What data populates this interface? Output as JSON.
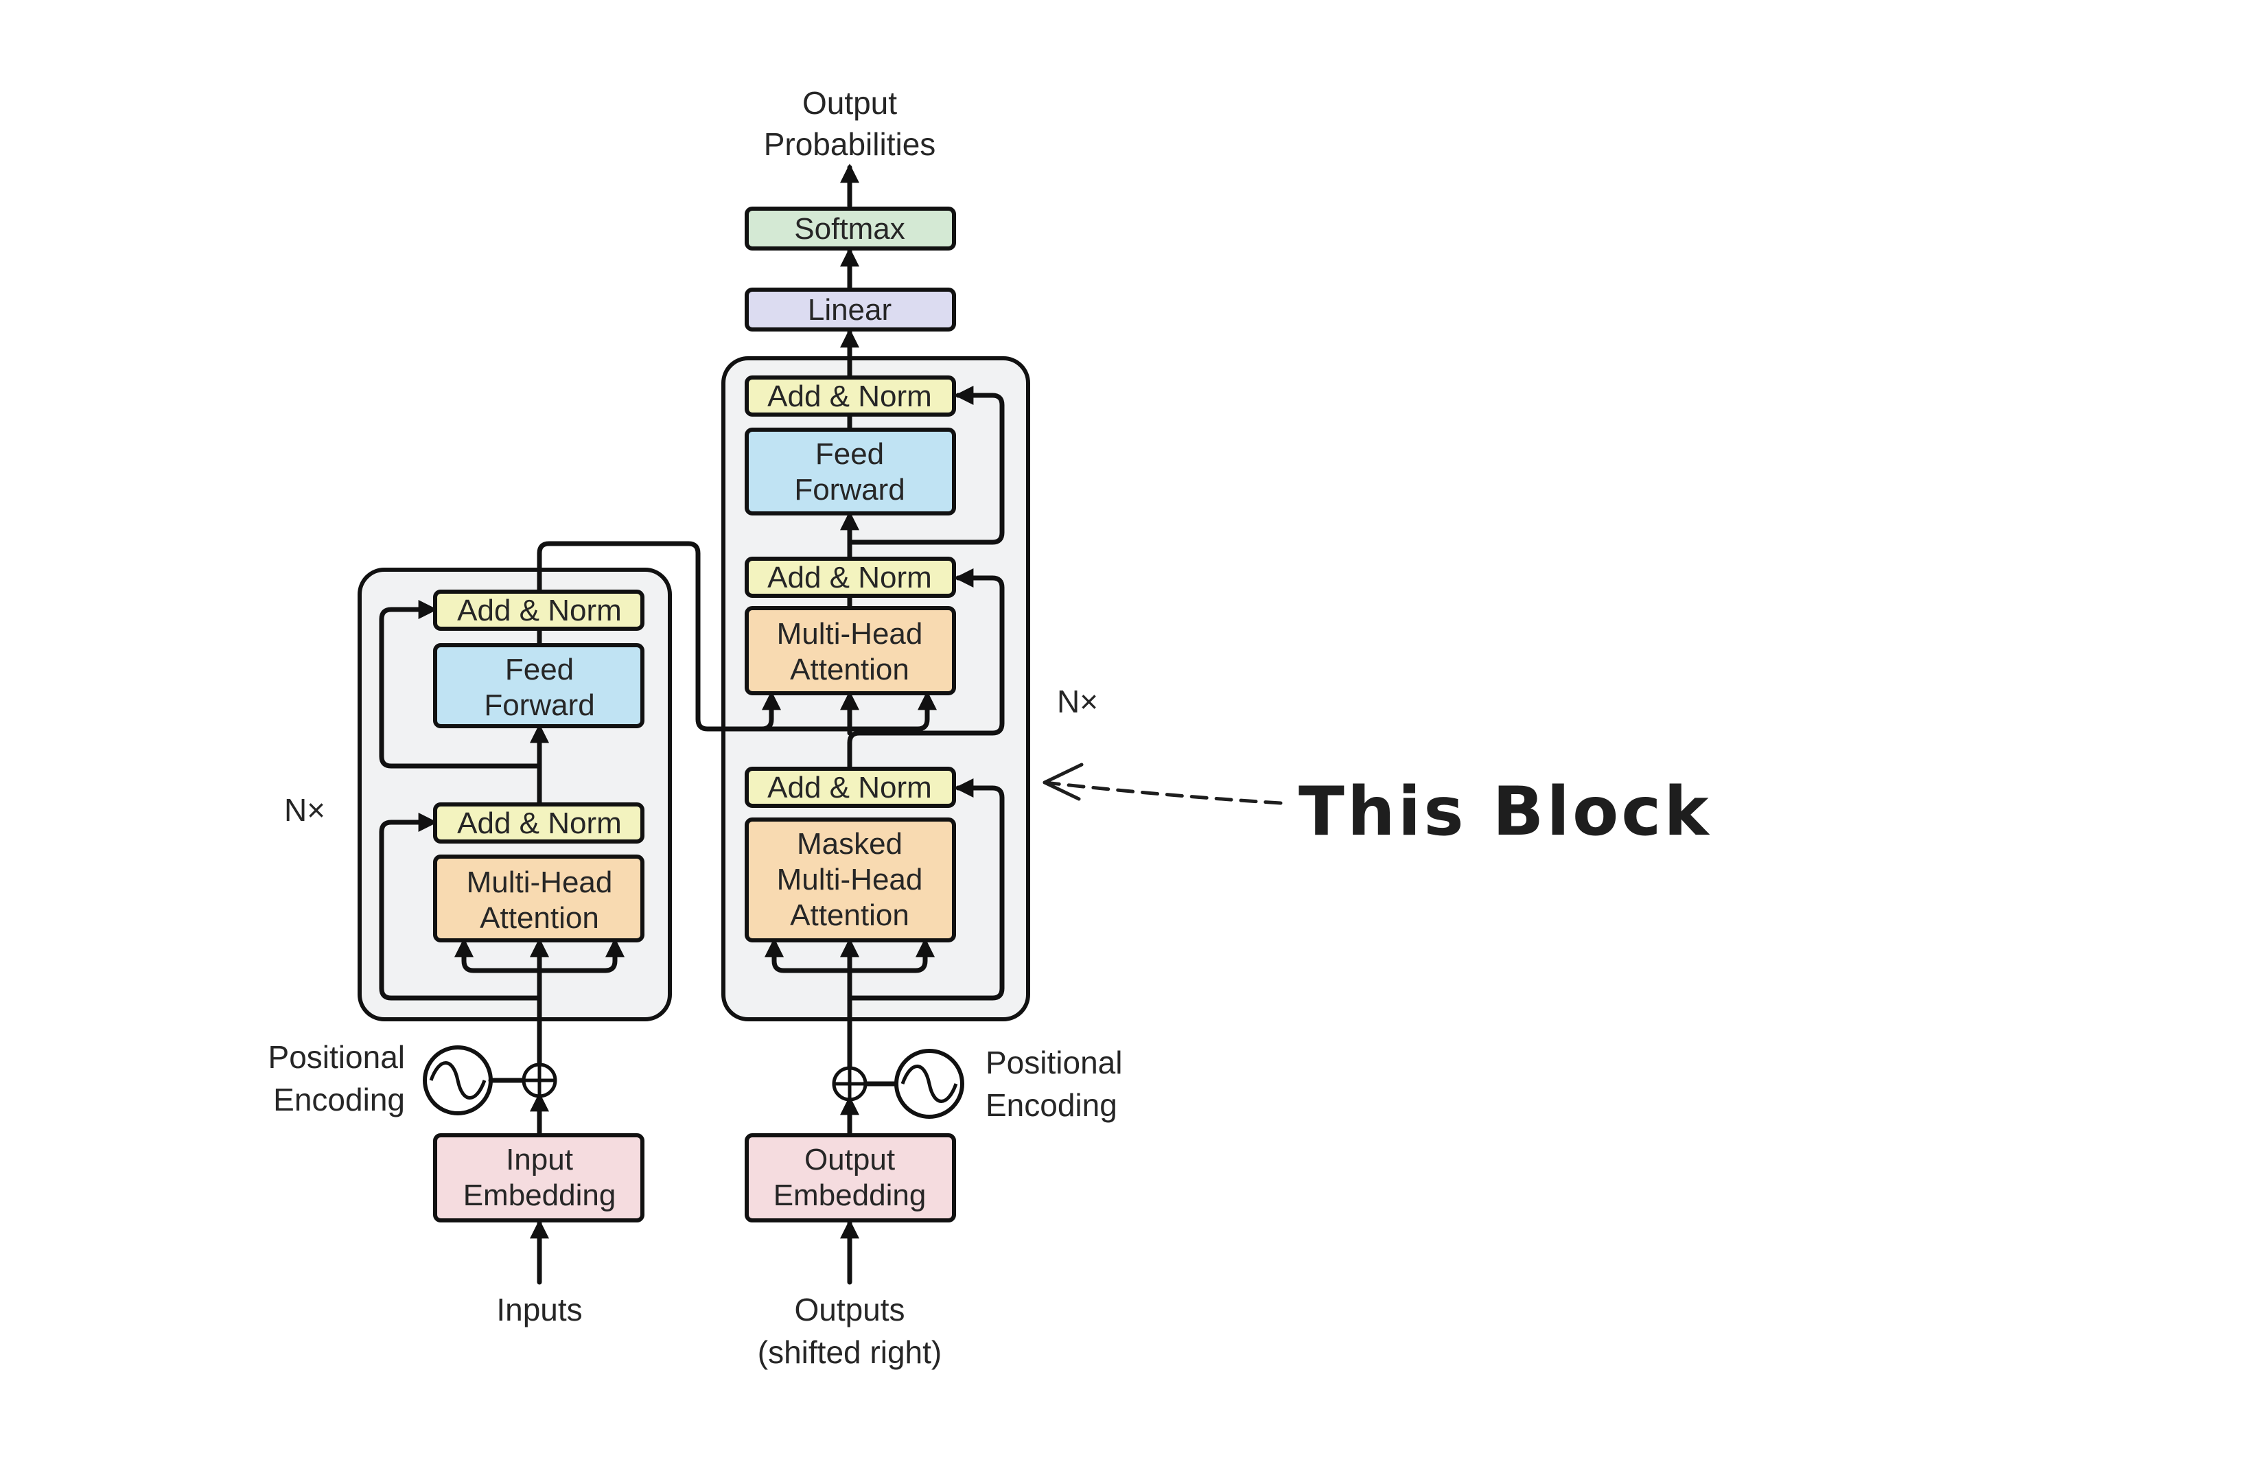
{
  "colors": {
    "add_norm": "#f3f3bf",
    "feed_forward": "#c0e3f3",
    "attention": "#f8dab1",
    "embedding": "#f5dcdf",
    "linear": "#dcdcf1",
    "softmax": "#d4e9d4",
    "stack_background": "#f1f2f3"
  },
  "top": {
    "output_line1": "Output",
    "output_line2": "Probabilities",
    "softmax": "Softmax",
    "linear": "Linear"
  },
  "encoder": {
    "repeat": "N×",
    "add_norm_top": "Add & Norm",
    "ff_line1": "Feed",
    "ff_line2": "Forward",
    "add_norm_bottom": "Add & Norm",
    "mha_line1": "Multi-Head",
    "mha_line2": "Attention",
    "pos_line1": "Positional",
    "pos_line2": "Encoding",
    "emb_line1": "Input",
    "emb_line2": "Embedding",
    "inputs": "Inputs"
  },
  "decoder": {
    "repeat": "N×",
    "add_norm_top": "Add & Norm",
    "ff_line1": "Feed",
    "ff_line2": "Forward",
    "add_norm_mid": "Add & Norm",
    "mha_line1": "Multi-Head",
    "mha_line2": "Attention",
    "add_norm_bottom": "Add & Norm",
    "masked_line1": "Masked",
    "masked_line2": "Multi-Head",
    "masked_line3": "Attention",
    "pos_line1": "Positional",
    "pos_line2": "Encoding",
    "emb_line1": "Output",
    "emb_line2": "Embedding",
    "outputs_line1": "Outputs",
    "outputs_line2": "(shifted right)"
  },
  "annotation": {
    "text": "This Block"
  }
}
